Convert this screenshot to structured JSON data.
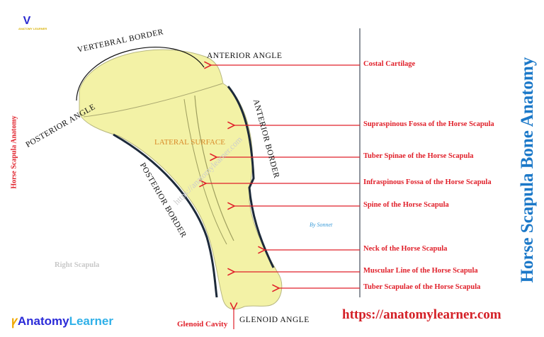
{
  "title": "Horse Scapula Bone Anatomy",
  "side_title": "Horse Scapula Anatomy",
  "url": "https://anatomylearner.com",
  "subtitle": "Right Scapula",
  "credit": {
    "by": "By",
    "name": "Sonnet"
  },
  "logo": {
    "part1": "Anatomy",
    "part2": "Learner",
    "small": "ANATOMY LEARNER"
  },
  "watermark": "https://anatomylearner.com",
  "border_labels": {
    "vertebral": "VERTEBRAL BORDER",
    "anterior_angle": "ANTERIOR ANGLE",
    "posterior_angle": "POSTERIOR ANGLE",
    "anterior_border": "ANTERIOR BORDER",
    "posterior_border": "POSTERIOR BORDER",
    "lateral_surface": "LATERAL SURFACE",
    "glenoid_angle": "GLENOID ANGLE",
    "glenoid_cavity": "Glenoid Cavity"
  },
  "callouts": [
    {
      "label": "Costal Cartilage"
    },
    {
      "label": "Supraspinous Fossa of the Horse Scapula"
    },
    {
      "label": "Tuber Spinae of the Horse Scapula"
    },
    {
      "label": "Infraspinous Fossa of the Horse Scapula"
    },
    {
      "label": "Spine of the Horse Scapula"
    },
    {
      "label": "Neck of the Horse Scapula"
    },
    {
      "label": "Muscular Line of the Horse Scapula"
    },
    {
      "label": "Tuber Scapulae of the Horse Scapula"
    }
  ],
  "colors": {
    "bone": "#f3f2a6",
    "arrow": "#e0202a",
    "title": "#1b78c8",
    "border_line": "#1d2a3a"
  }
}
